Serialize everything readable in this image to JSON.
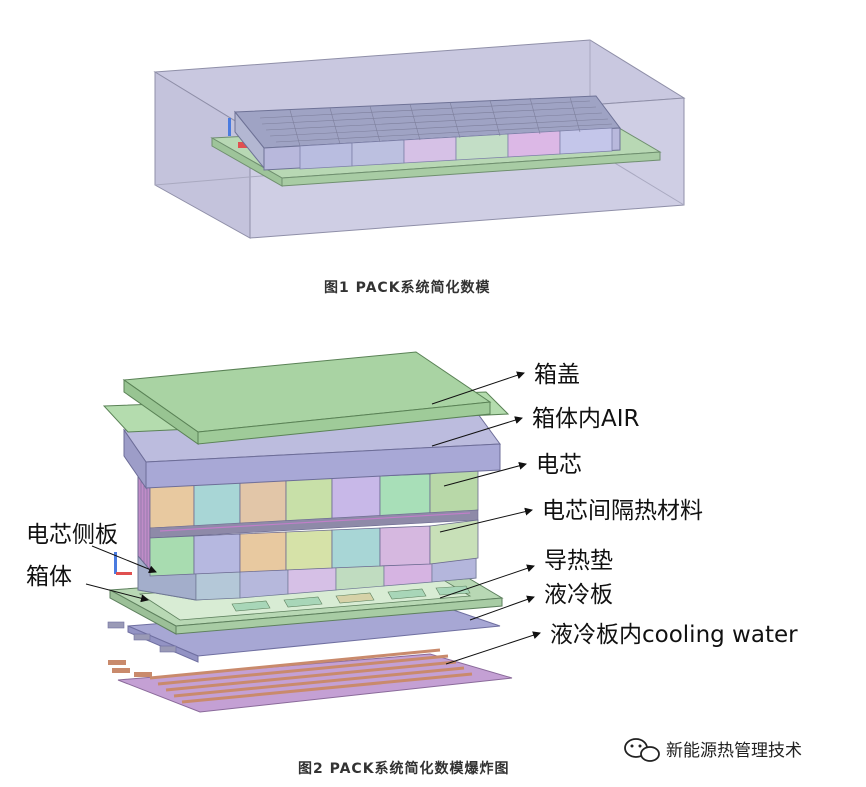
{
  "figure1": {
    "caption": "图1 PACK系统简化数模"
  },
  "figure2": {
    "caption": "图2 PACK系统简化数模爆炸图",
    "labels": {
      "box_cover": "箱盖",
      "box_air": "箱体内AIR",
      "cell": "电芯",
      "cell_insulation": "电芯间隔热材料",
      "cell_side_plate": "电芯侧板",
      "box_body": "箱体",
      "thermal_pad": "导热垫",
      "cold_plate": "液冷板",
      "cooling_water": "液冷板内cooling water"
    }
  },
  "watermark": {
    "text": "新能源热管理技术",
    "icon": "wechat-icon"
  },
  "colors": {
    "cover": "#a9d3a3",
    "air": "#a8a8d6",
    "cells": [
      "#e8c9a0",
      "#a8d6d6",
      "#e2c6a8",
      "#c8e0a8",
      "#c8b8e8",
      "#a8dfb8"
    ],
    "cold_plate": "#a7a7d4",
    "water": "#c98a6c",
    "base": "#c4a0d4"
  }
}
